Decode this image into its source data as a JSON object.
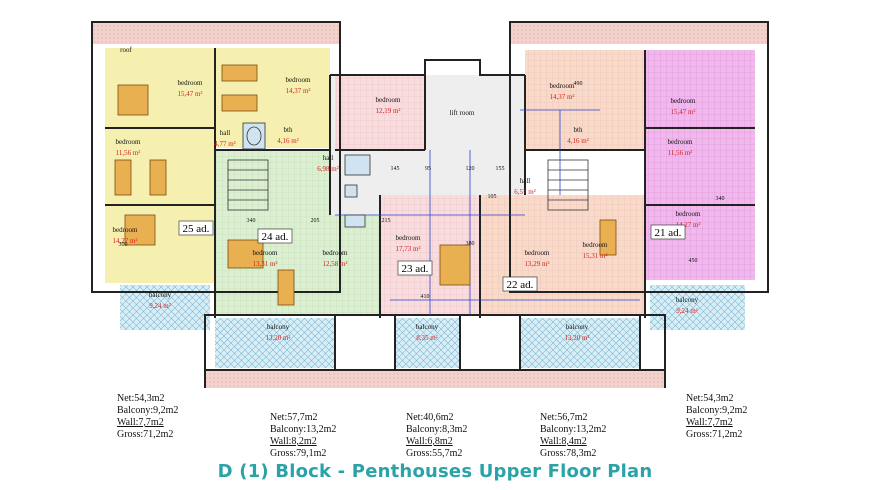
{
  "title": "D (1) Block - Penthouses Upper Floor Plan",
  "colors": {
    "roof": "#f3d2cc",
    "unit25": "#f6f0b0",
    "unit24": "#dcefd2",
    "core": "#e6e6e6",
    "unit23": "#f6dede",
    "unit22": "#f6dcc6",
    "unit21": "#f0b8ec",
    "balcony": "#d8eef6",
    "grid_pink": "#f2b6c0",
    "dim_red": "#d62020",
    "dim_blue": "#2b3fd0",
    "title": "#2aa3a8"
  },
  "units": [
    {
      "id": "25",
      "label": "25 ad."
    },
    {
      "id": "24",
      "label": "24 ad."
    },
    {
      "id": "23",
      "label": "23 ad."
    },
    {
      "id": "22",
      "label": "22 ad."
    },
    {
      "id": "21",
      "label": "21 ad."
    }
  ],
  "rooms": [
    {
      "name": "bedroom",
      "area": "15,47 m²"
    },
    {
      "name": "bedroom",
      "area": "14,37 m²"
    },
    {
      "name": "bedroom",
      "area": "11,56 m²"
    },
    {
      "name": "hall",
      "area": "4,77 m²"
    },
    {
      "name": "bth",
      "area": "4,16 m²"
    },
    {
      "name": "hall",
      "area": "6,98 m²"
    },
    {
      "name": "bedroom",
      "area": "14,27 m²"
    },
    {
      "name": "bedroom",
      "area": "13,31 m²"
    },
    {
      "name": "bedroom",
      "area": "12,58 m²"
    },
    {
      "name": "bedroom",
      "area": "12,19 m²"
    },
    {
      "name": "lift room",
      "area": ""
    },
    {
      "name": "bedroom",
      "area": "17,73 m²"
    },
    {
      "name": "bedroom",
      "area": "14,37 m²"
    },
    {
      "name": "bedroom",
      "area": "15,47 m²"
    },
    {
      "name": "bth",
      "area": "4,16 m²"
    },
    {
      "name": "hall",
      "area": "6,57 m²"
    },
    {
      "name": "bedroom",
      "area": "11,56 m²"
    },
    {
      "name": "bedroom",
      "area": "13,29 m²"
    },
    {
      "name": "bedroom",
      "area": "15,31 m²"
    },
    {
      "name": "bedroom",
      "area": "14,27 m²"
    },
    {
      "name": "balcony",
      "area": "9,24 m²"
    },
    {
      "name": "balcony",
      "area": "13,20 m²"
    },
    {
      "name": "balcony",
      "area": "8,35 m²"
    },
    {
      "name": "balcony",
      "area": "13,20 m²"
    },
    {
      "name": "balcony",
      "area": "9,24 m²"
    },
    {
      "name": "roof",
      "area": ""
    }
  ],
  "dimensions": [
    "490",
    "300",
    "340",
    "205",
    "410",
    "380",
    "145",
    "95",
    "120",
    "105",
    "215",
    "450",
    "340",
    "155"
  ],
  "area_blocks": [
    {
      "net": "Net:54,3m2",
      "balcony": "Balcony:9,2m2",
      "wall": "Wall:7,7m2",
      "gross": "Gross:71,2m2"
    },
    {
      "net": "Net:57,7m2",
      "balcony": "Balcony:13,2m2",
      "wall": "Wall:8,2m2",
      "gross": "Gross:79,1m2"
    },
    {
      "net": "Net:40,6m2",
      "balcony": "Balcony:8,3m2",
      "wall": "Wall:6,8m2",
      "gross": "Gross:55,7m2"
    },
    {
      "net": "Net:56,7m2",
      "balcony": "Balcony:13,2m2",
      "wall": "Wall:8,4m2",
      "gross": "Gross:78,3m2"
    },
    {
      "net": "Net:54,3m2",
      "balcony": "Balcony:9,2m2",
      "wall": "Wall:7,7m2",
      "gross": "Gross:71,2m2"
    }
  ]
}
